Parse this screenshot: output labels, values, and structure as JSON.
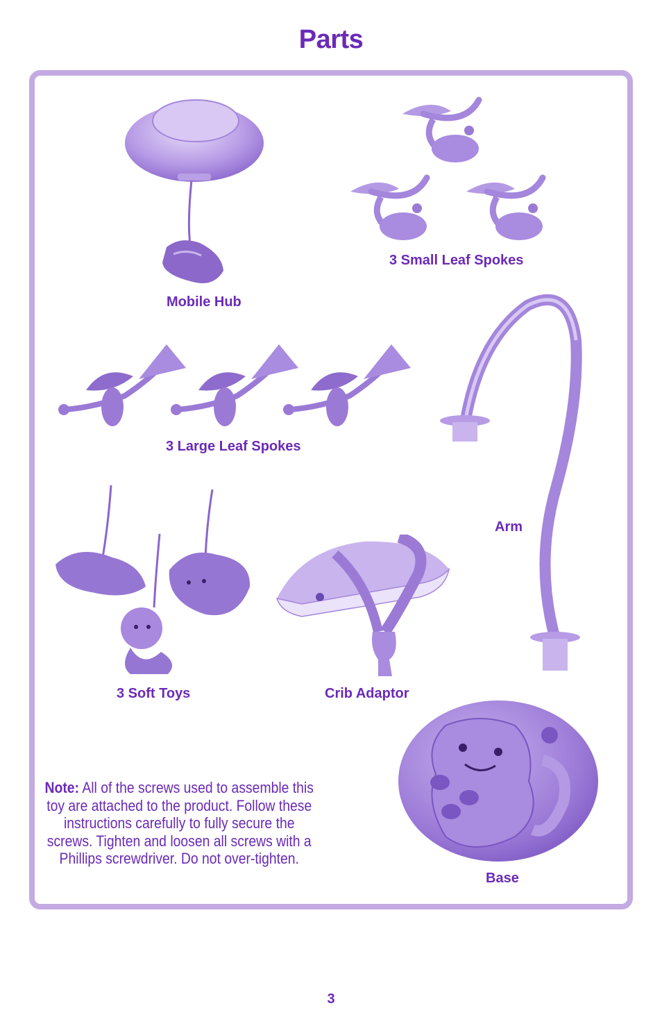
{
  "page": {
    "title": "Parts",
    "number": "3"
  },
  "parts": {
    "mobile_hub": "Mobile Hub",
    "small_leaf_spokes": "3 Small Leaf Spokes",
    "large_leaf_spokes": "3 Large Leaf Spokes",
    "arm": "Arm",
    "soft_toys": "3 Soft Toys",
    "crib_adaptor": "Crib Adaptor",
    "base": "Base"
  },
  "note": {
    "lead": "Note:",
    "text": " All of the screws used to assemble this toy are attached to the product. Follow these instructions carefully to fully secure the screws. Tighten and loosen all screws with a Phillips screwdriver. Do not over-tighten."
  },
  "colors": {
    "accent": "#6a2ab7",
    "frame": "#c3aae2",
    "part_fill": "#9b7ad6",
    "part_light": "#cdb8ee"
  }
}
